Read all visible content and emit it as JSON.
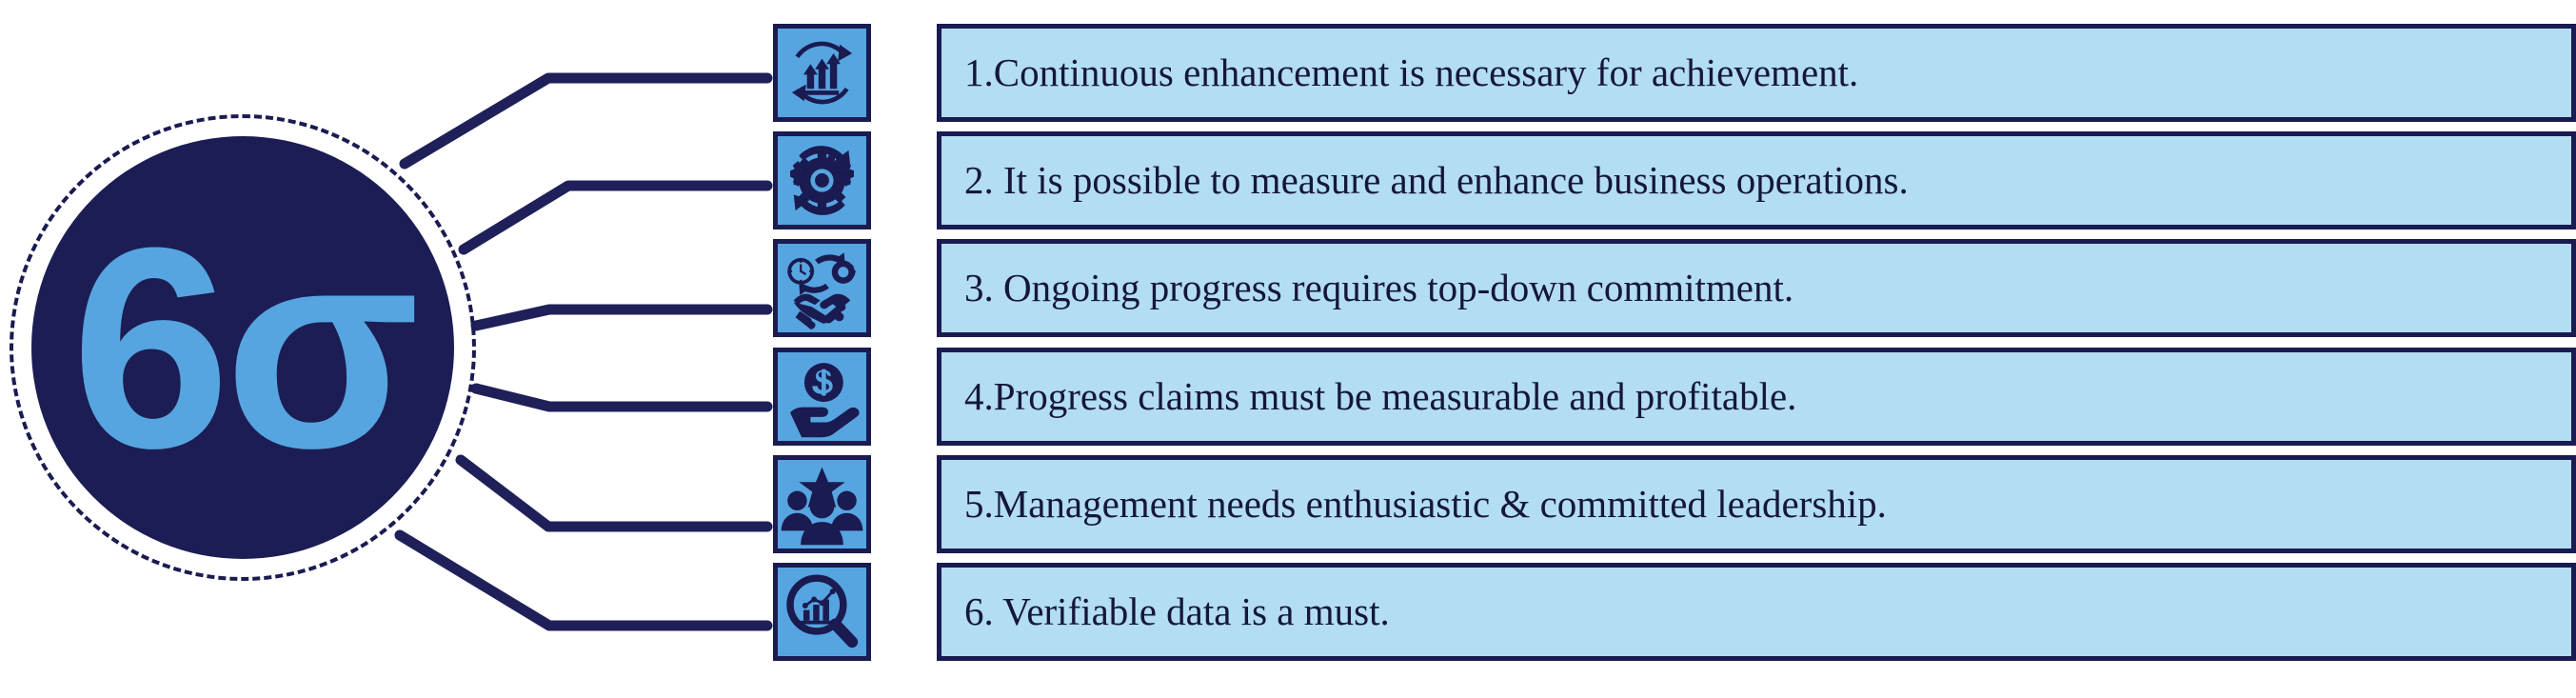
{
  "colors": {
    "navy": "#1a1b51",
    "disc_navy": "#1c1d54",
    "tile_blue": "#56a5e0",
    "box_blue": "#b3ddf2",
    "text_navy": "#15173a",
    "background": "#ffffff"
  },
  "emblem": {
    "text": "6σ",
    "shape": "dashed-circle"
  },
  "items": [
    {
      "index": "1",
      "icon": "continuous-growth-arrows-icon",
      "text": "1.Continuous enhancement is necessary for achievement."
    },
    {
      "index": "2",
      "icon": "gears-cycle-icon",
      "text": "2. It is possible to measure and enhance business operations."
    },
    {
      "index": "3",
      "icon": "handshake-clock-gear-icon",
      "text": "3. Ongoing progress requires top-down commitment."
    },
    {
      "index": "4",
      "icon": "hand-holding-dollar-coin-icon",
      "text": "4.Progress claims must be measurable and profitable."
    },
    {
      "index": "5",
      "icon": "team-leadership-star-icon",
      "text": "5.Management needs enthusiastic & committed leadership."
    },
    {
      "index": "6",
      "icon": "magnifier-bar-chart-icon",
      "text": "6. Verifiable data is a must."
    }
  ]
}
